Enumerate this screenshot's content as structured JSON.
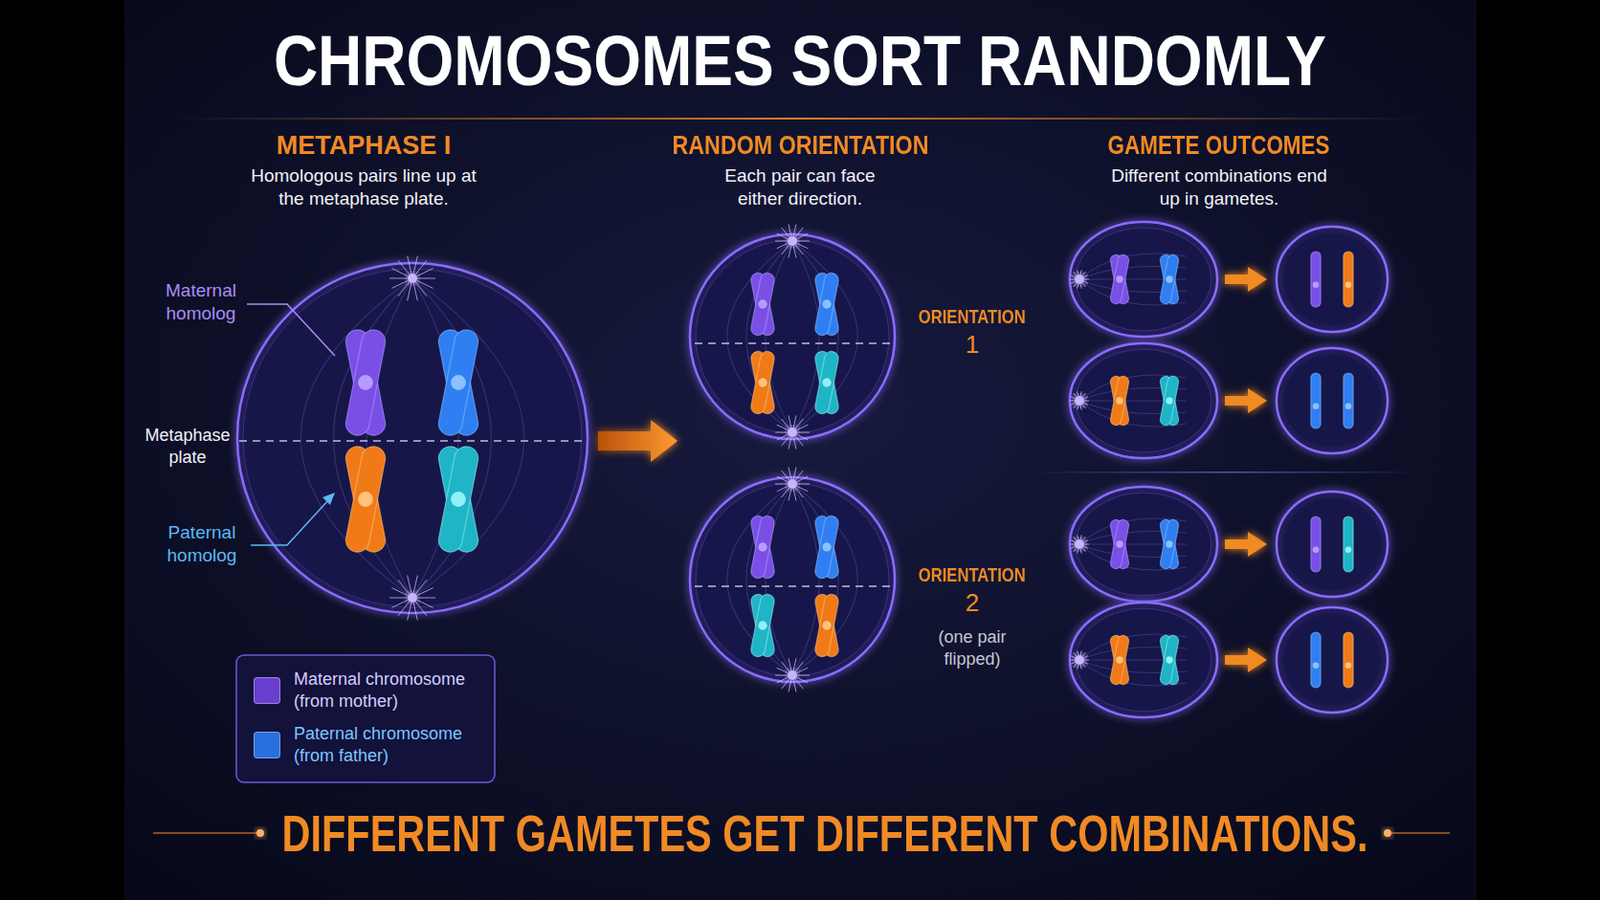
{
  "diagram": {
    "title": "CHROMOSOMES SORT RANDOMLY",
    "caption": "DIFFERENT GAMETES GET DIFFERENT COMBINATIONS.",
    "labels": [
      "METAPHASE I",
      "Homologous pairs line up at the metaphase plate.",
      "RANDOM ORIENTATION",
      "Each pair can face either direction.",
      "GAMETE OUTCOMES",
      "Different combinations end up in gametes.",
      "Maternal homolog",
      "Metaphase plate",
      "Paternal homolog",
      "ORIENTATION",
      "1",
      "ORIENTATION",
      "2",
      "(one pair flipped)"
    ],
    "legend": [
      {
        "text": "Maternal chromosome (from mother)",
        "color": "#6a3fd0"
      },
      {
        "text": "Paternal chromosome (from father)",
        "color": "#2a6fe0"
      }
    ]
  }
}
